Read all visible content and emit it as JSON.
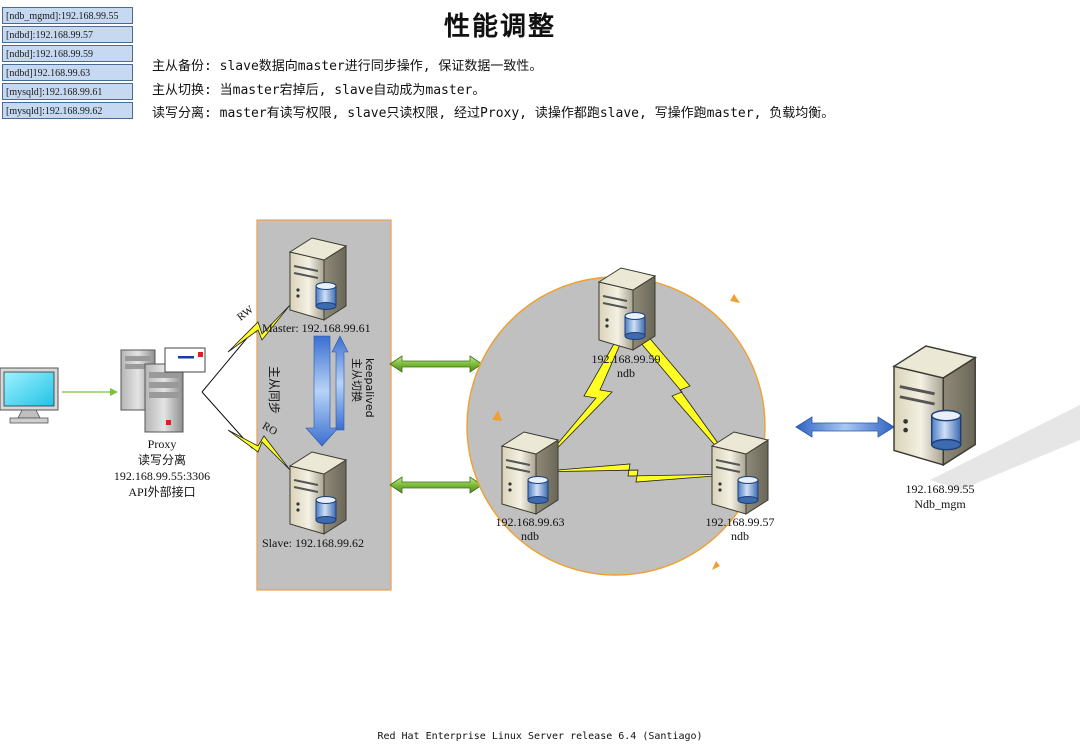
{
  "legend": [
    "[ndb_mgmd]:192.168.99.55",
    "[ndbd]:192.168.99.57",
    "[ndbd]:192.168.99.59",
    "[ndbd]192.168.99.63",
    "[mysqld]:192.168.99.61",
    "[mysqld]:192.168.99.62"
  ],
  "title": "性能调整",
  "descriptions": [
    "主从备份: slave数据向master进行同步操作, 保证数据一致性。",
    "主从切换: 当master宕掉后, slave自动成为master。",
    "读写分离:  master有读写权限, slave只读权限, 经过Proxy, 读操作都跑slave, 写操作跑master, 负载均衡。"
  ],
  "proxy": {
    "name": "Proxy",
    "role": "读写分离",
    "address": "192.168.99.55:3306",
    "api": "API外部接口"
  },
  "links": {
    "rw": "RW",
    "ro": "RO"
  },
  "mysql": {
    "master": "Master: 192.168.99.61",
    "slave": "Slave: 192.168.99.62",
    "sync_label": "主从同步",
    "keepalived": "keepalived",
    "switch_label": "主从切换"
  },
  "ndb_nodes": [
    {
      "ip": "192.168.99.59",
      "role": "ndb"
    },
    {
      "ip": "192.168.99.63",
      "role": "ndb"
    },
    {
      "ip": "192.168.99.57",
      "role": "ndb"
    }
  ],
  "mgm": {
    "ip": "192.168.99.55",
    "name": "Ndb_mgm"
  },
  "footer": "Red Hat Enterprise Linux Server release 6.4 (Santiago)",
  "colors": {
    "legend_bg": "#c6d9f1",
    "mysql_box": "#c0c0c0",
    "mysql_box_border": "#e8a050",
    "cluster_circle": "#c0c0c0",
    "cluster_border": "#f0a030",
    "lightning": "#ffff00",
    "green_arrow": "#8ccc50",
    "blue_arrow": "#5a8ede"
  }
}
